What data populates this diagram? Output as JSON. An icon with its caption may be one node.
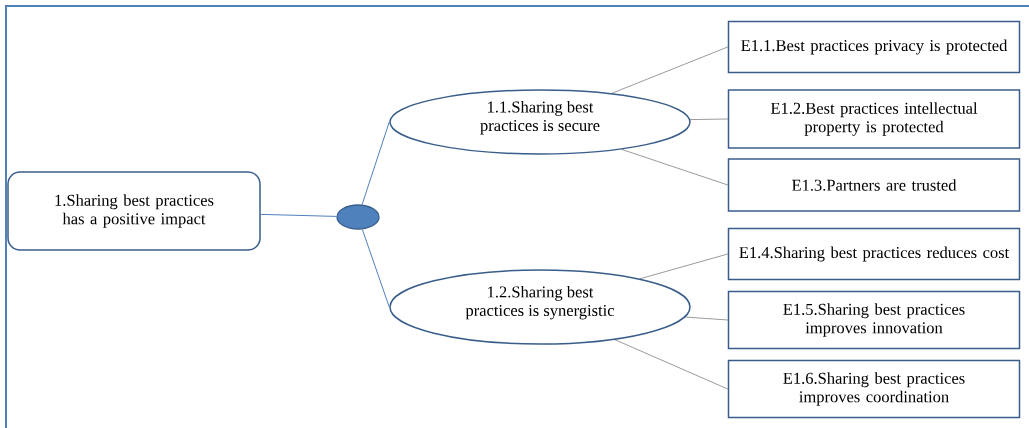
{
  "diagram": {
    "nodes": [
      {
        "text": [
          "1.Sharing best practices has a positive impact"
        ]
      },
      {
        "text": [],
        "shape": "circle"
      },
      {
        "text": [
          "1.1.Sharing best practices is secure"
        ]
      },
      {
        "text": [
          "1.2.Sharing best practices is synergistic"
        ]
      },
      {
        "text": [
          "E1.1.Best practices privacy is protected"
        ]
      },
      {
        "text": [
          "E1.2.Best practices intellectual property is protected"
        ]
      },
      {
        "text": [
          "E1.3.Partners are trusted"
        ]
      },
      {
        "text": [
          "E1.4.Sharing best practices reduces cost"
        ]
      },
      {
        "text": [
          "E1.5.Sharing best practices improves innovation"
        ]
      },
      {
        "text": [
          "E1.6.Sharing best practices improves coordination"
        ]
      }
    ],
    "edges": [
      {
        "from": 0,
        "to": 1,
        "arrow": "none",
        "color": "#4f81bd"
      },
      {
        "from": 1,
        "to": 2,
        "arrow": "none",
        "color": "#4f81bd"
      },
      {
        "from": 1,
        "to": 3,
        "arrow": "none",
        "color": "#4f81bd"
      },
      {
        "from": 2,
        "to": 4,
        "arrow": "none"
      },
      {
        "from": 2,
        "to": 5,
        "arrow": "none"
      },
      {
        "from": 2,
        "to": 6,
        "arrow": "none"
      },
      {
        "from": 3,
        "to": 7,
        "arrow": "none"
      },
      {
        "from": 3,
        "to": 8,
        "arrow": "none"
      },
      {
        "from": 3,
        "to": 9,
        "arrow": "none"
      }
    ]
  }
}
